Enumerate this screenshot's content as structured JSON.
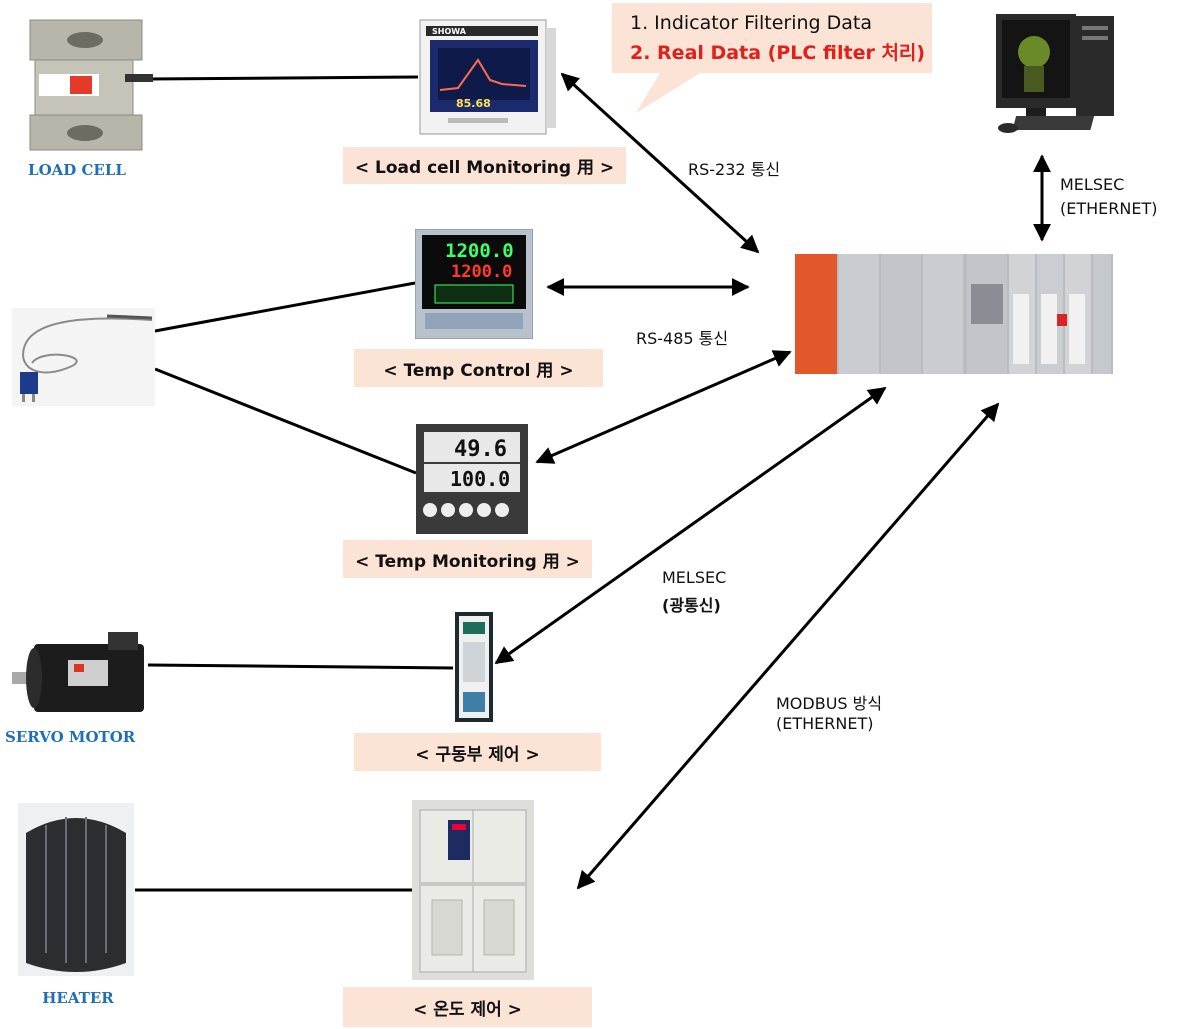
{
  "callout": {
    "line1": "1.  Indicator Filtering Data",
    "line2": "2.  Real Data (PLC filter 처리)",
    "line2_color": "#e0201b"
  },
  "sources": {
    "load_cell": "LOAD CELL",
    "servo_motor": "SERVO  MOTOR",
    "heater": "HEATER"
  },
  "devices": {
    "load_cell_monitor": {
      "caption": "< Load cell Monitoring 用 >",
      "brand": "SHOWA",
      "reading": "85.68"
    },
    "temp_control": {
      "caption": "< Temp Control 用 >",
      "pv": "1200.0",
      "sv": "1200.0"
    },
    "temp_monitor": {
      "caption": "< Temp Monitoring 用 >",
      "pv": "49.6",
      "sv": "100.0"
    },
    "servo_driver": {
      "caption": "< 구동부 제어 >"
    },
    "temp_chamber": {
      "caption": "< 온도 제어 >"
    }
  },
  "links": {
    "rs232": "RS-232 통신",
    "rs485": "RS-485 통신",
    "melsec_optical_1": "MELSEC",
    "melsec_optical_2": "(광통신)",
    "modbus_1": "MODBUS 방식",
    "modbus_2": "(ETHERNET)",
    "melsec_eth_1": "MELSEC",
    "melsec_eth_2": "(ETHERNET)"
  },
  "colors": {
    "caption_bg": "#fbe3d6",
    "source_label": "#1f6fb4",
    "plc_cpu": "#e2582b",
    "plc_body": "#b9bcc1"
  }
}
